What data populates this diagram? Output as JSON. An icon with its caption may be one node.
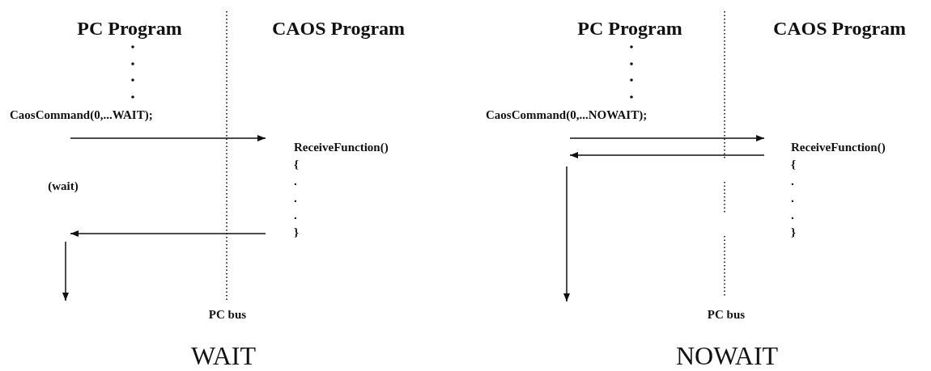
{
  "diagram": {
    "nodes": [
      {
        "text": [
          "CaosCommand(0,...WAIT);"
        ]
      },
      {
        "text": [
          "ReceiveFunction()",
          "{",
          ".",
          ".",
          ".",
          "}"
        ]
      },
      {
        "text": [
          "CaosCommand(0,...NOWAIT);"
        ]
      },
      {
        "text": [
          "ReceiveFunction()",
          "{",
          ".",
          ".",
          ".",
          "}"
        ]
      }
    ],
    "edges": [
      {
        "from": 0,
        "to": 1,
        "arrow": "to"
      },
      {
        "from": 1,
        "to": null,
        "arrow": "to"
      },
      {
        "from": 2,
        "to": 3,
        "arrow": "to"
      },
      {
        "from": 3,
        "to": null,
        "arrow": "to"
      }
    ],
    "labels": [
      "PC Program",
      "CAOS Program",
      "(wait)",
      "PC bus",
      "WAIT",
      "PC Program",
      "CAOS Program",
      "PC bus",
      "NOWAIT"
    ]
  }
}
